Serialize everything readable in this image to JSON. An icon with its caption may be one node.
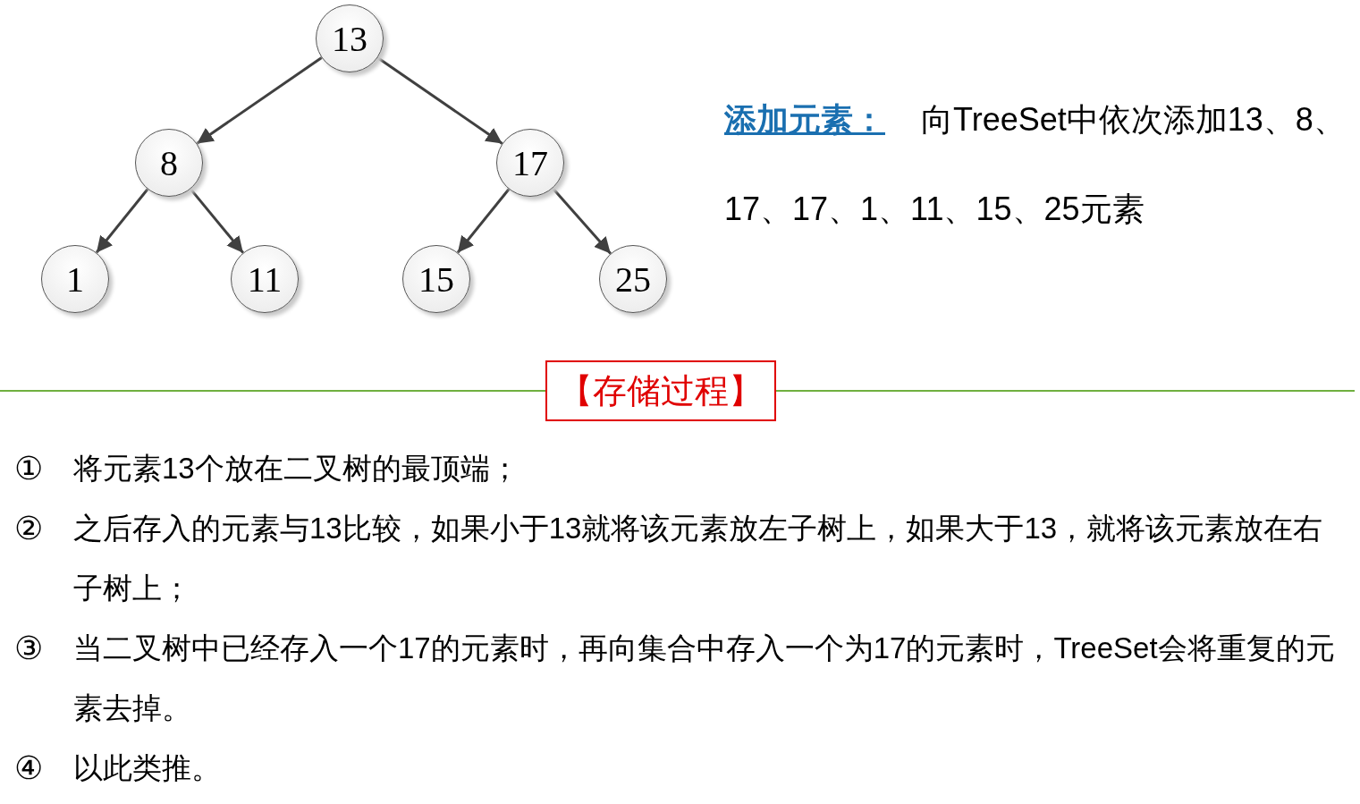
{
  "diagram": {
    "nodes": [
      {
        "text": [
          "13"
        ]
      },
      {
        "text": [
          "8"
        ]
      },
      {
        "text": [
          "17"
        ]
      },
      {
        "text": [
          "1"
        ]
      },
      {
        "text": [
          "11"
        ]
      },
      {
        "text": [
          "15"
        ]
      },
      {
        "text": [
          "25"
        ]
      },
      {
        "text": [
          "【存储过程】"
        ]
      }
    ],
    "edges": [
      {
        "from": 0,
        "to": 1,
        "arrow": "to"
      },
      {
        "from": 0,
        "to": 2,
        "arrow": "to"
      },
      {
        "from": 1,
        "to": 3,
        "arrow": "to"
      },
      {
        "from": 1,
        "to": 4,
        "arrow": "to"
      },
      {
        "from": 2,
        "to": 5,
        "arrow": "to"
      },
      {
        "from": 2,
        "to": 6,
        "arrow": "to"
      }
    ],
    "labels": [
      "添加元素：",
      "向TreeSet中依次添加13、8、17、17、1、11、15、25元素",
      "①",
      "将元素13个放在二叉树的最顶端；",
      "②",
      "之后存入的元素与13比较，如果小于13就将该元素放左子树上，如果大于13，就将该元素放在右子树上；",
      "③",
      "当二叉树中已经存入一个17的元素时，再向集合中存入一个为17的元素时，TreeSet会将重复的元素去掉。",
      "④",
      "以此类推。"
    ]
  }
}
